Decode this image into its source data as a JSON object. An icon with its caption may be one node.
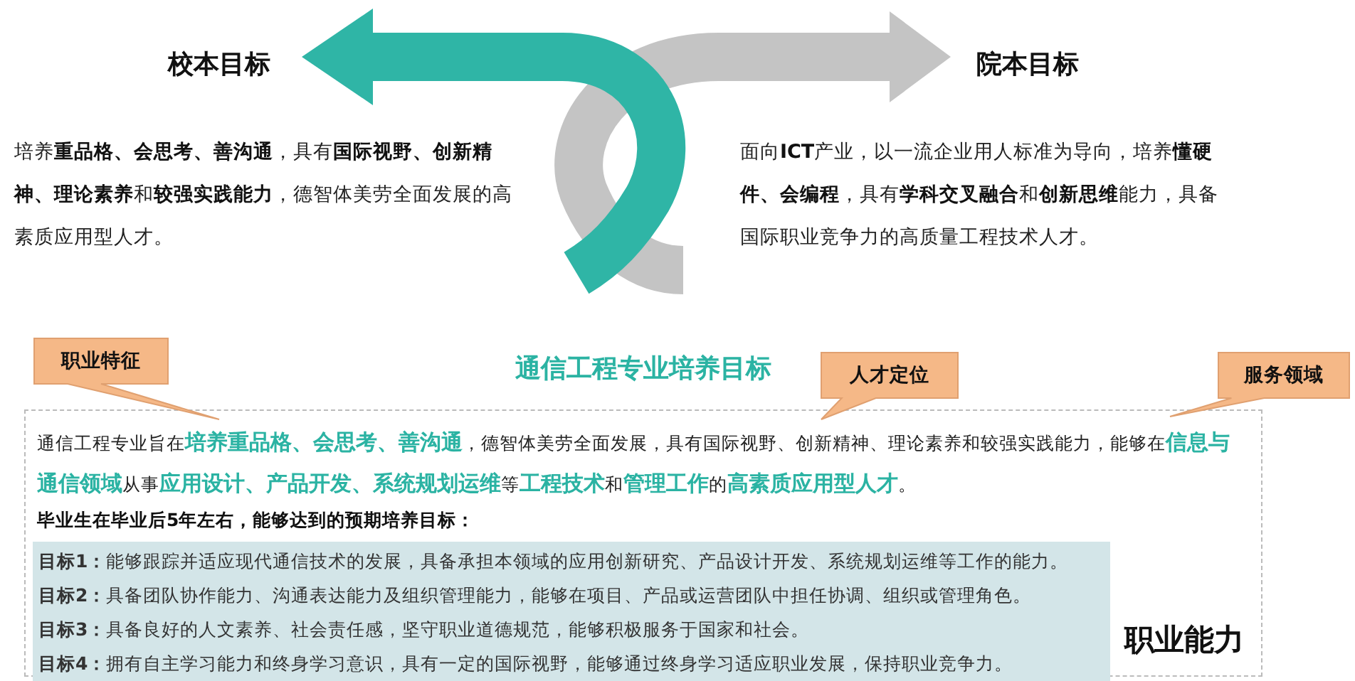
{
  "diagram": {
    "nodes": [
      {
        "text": [
          "通信工程专业培养目标",
          "通信工程专业旨在**培养重品格、会思考、善沟通**，德智体美劳全面发展，具有国际视野、创新精神、理论素养和较强实践能力，能够在**信息与通信领域**从事**应用设计、产品开发、系统规划运维**等**工程技术**和**管理工作**的**高素质应用型人才**。",
          "毕业生在毕业后5年左右，能够达到的预期培养目标："
        ]
      },
      {
        "text": [
          "**目标1：**能够跟踪并适应现代通信技术的发展，具备承担本领域的应用创新研究、产品设计开发、系统规划运维等工作的能力。",
          "**目标2：**具备团队协作能力、沟通表达能力及组织管理能力，能够在项目、产品或运营团队中担任协调、组织或管理角色。",
          "**目标3：**具备良好的人文素养、社会责任感，坚守职业道德规范，能够积极服务于国家和社会。",
          "**目标4：**拥有自主学习能力和终身学习意识，具有一定的国际视野，能够通过终身学习适应职业发展，保持职业竞争力。"
        ],
        "in": 0
      },
      {
        "text": [
          "职业特征"
        ]
      },
      {
        "text": [
          "人才定位"
        ]
      },
      {
        "text": [
          "服务领域"
        ]
      }
    ],
    "labels": [
      "校本目标",
      "院本目标",
      "培养**重品格、会思考、善沟通**，具有**国际视野、创新精神、理论素养**和**较强实践能力**，德智体美劳全面发展的高素质应用型人才。",
      "面向**ICT**产业，以一流企业用人标准为导向，培养**懂硬件、会编程**，具有**学科交叉融合**和**创新思维**能力，具备国际职业竞争力的高质量工程技术人才。",
      "职业能力"
    ]
  }
}
